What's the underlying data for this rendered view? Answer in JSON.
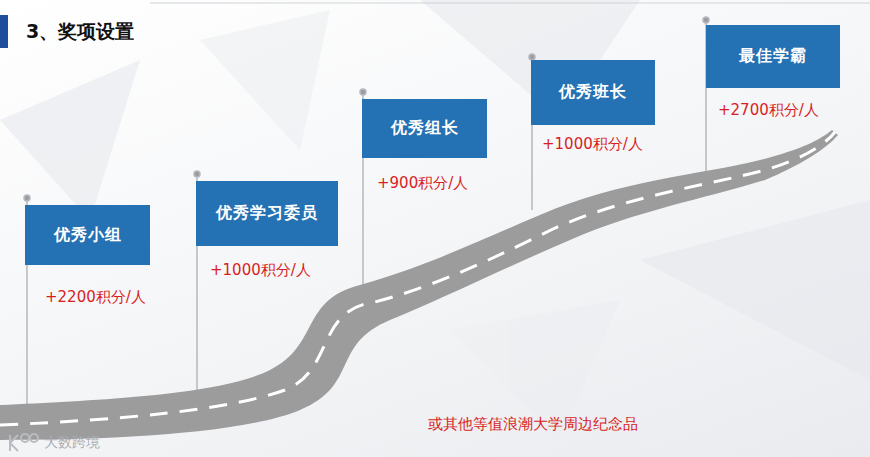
{
  "diagram": {
    "title": "3、奖项设置",
    "nodes": [
      {
        "text": [
          "优秀小组"
        ]
      },
      {
        "text": [
          "优秀学习委员"
        ]
      },
      {
        "text": [
          "优秀组长"
        ]
      },
      {
        "text": [
          "优秀班长"
        ]
      },
      {
        "text": [
          "最佳学霸"
        ]
      }
    ],
    "labels": [
      "+2200积分/人",
      "+1000积分/人",
      "+900积分/人",
      "+1000积分/人",
      "+2700积分/人",
      "或其他等值浪潮大学周边纪念品",
      "大数跨境"
    ]
  }
}
